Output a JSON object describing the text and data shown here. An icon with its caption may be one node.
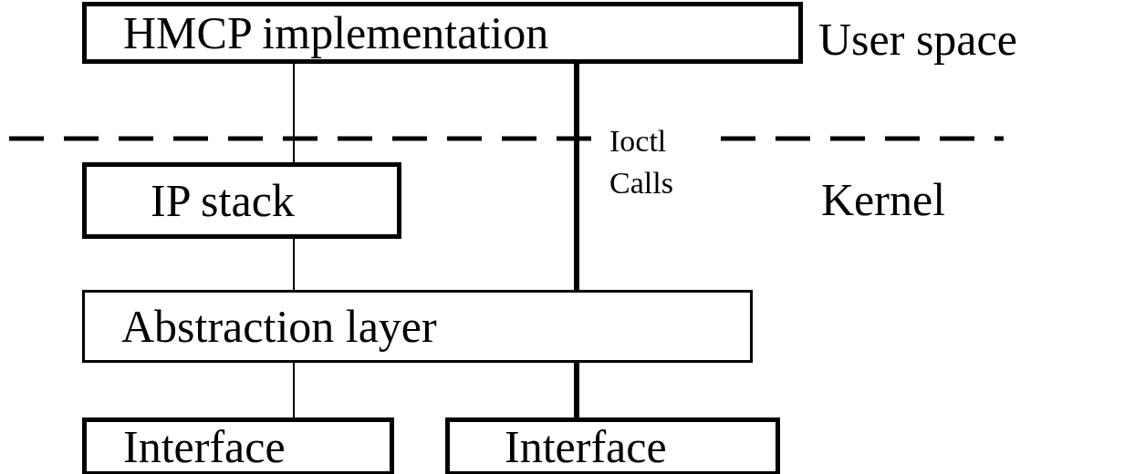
{
  "diagram": {
    "nodes": [
      {
        "text": [
          "HMCP implementation"
        ]
      },
      {
        "text": [
          "IP stack"
        ]
      },
      {
        "text": [
          "Abstraction layer"
        ]
      },
      {
        "text": [
          "Interface"
        ]
      },
      {
        "text": [
          "Interface"
        ]
      }
    ],
    "edges": [
      {
        "from": 0,
        "to": 1,
        "arrow": "none"
      },
      {
        "from": 0,
        "to": 2,
        "arrow": "none",
        "label": "Ioctl Calls",
        "style": "thick"
      },
      {
        "from": 1,
        "to": 2,
        "arrow": "none"
      },
      {
        "from": 2,
        "to": 3,
        "arrow": "none"
      },
      {
        "from": 2,
        "to": 4,
        "arrow": "none",
        "style": "thick"
      }
    ],
    "labels": [
      "User space",
      "Kernel"
    ]
  }
}
